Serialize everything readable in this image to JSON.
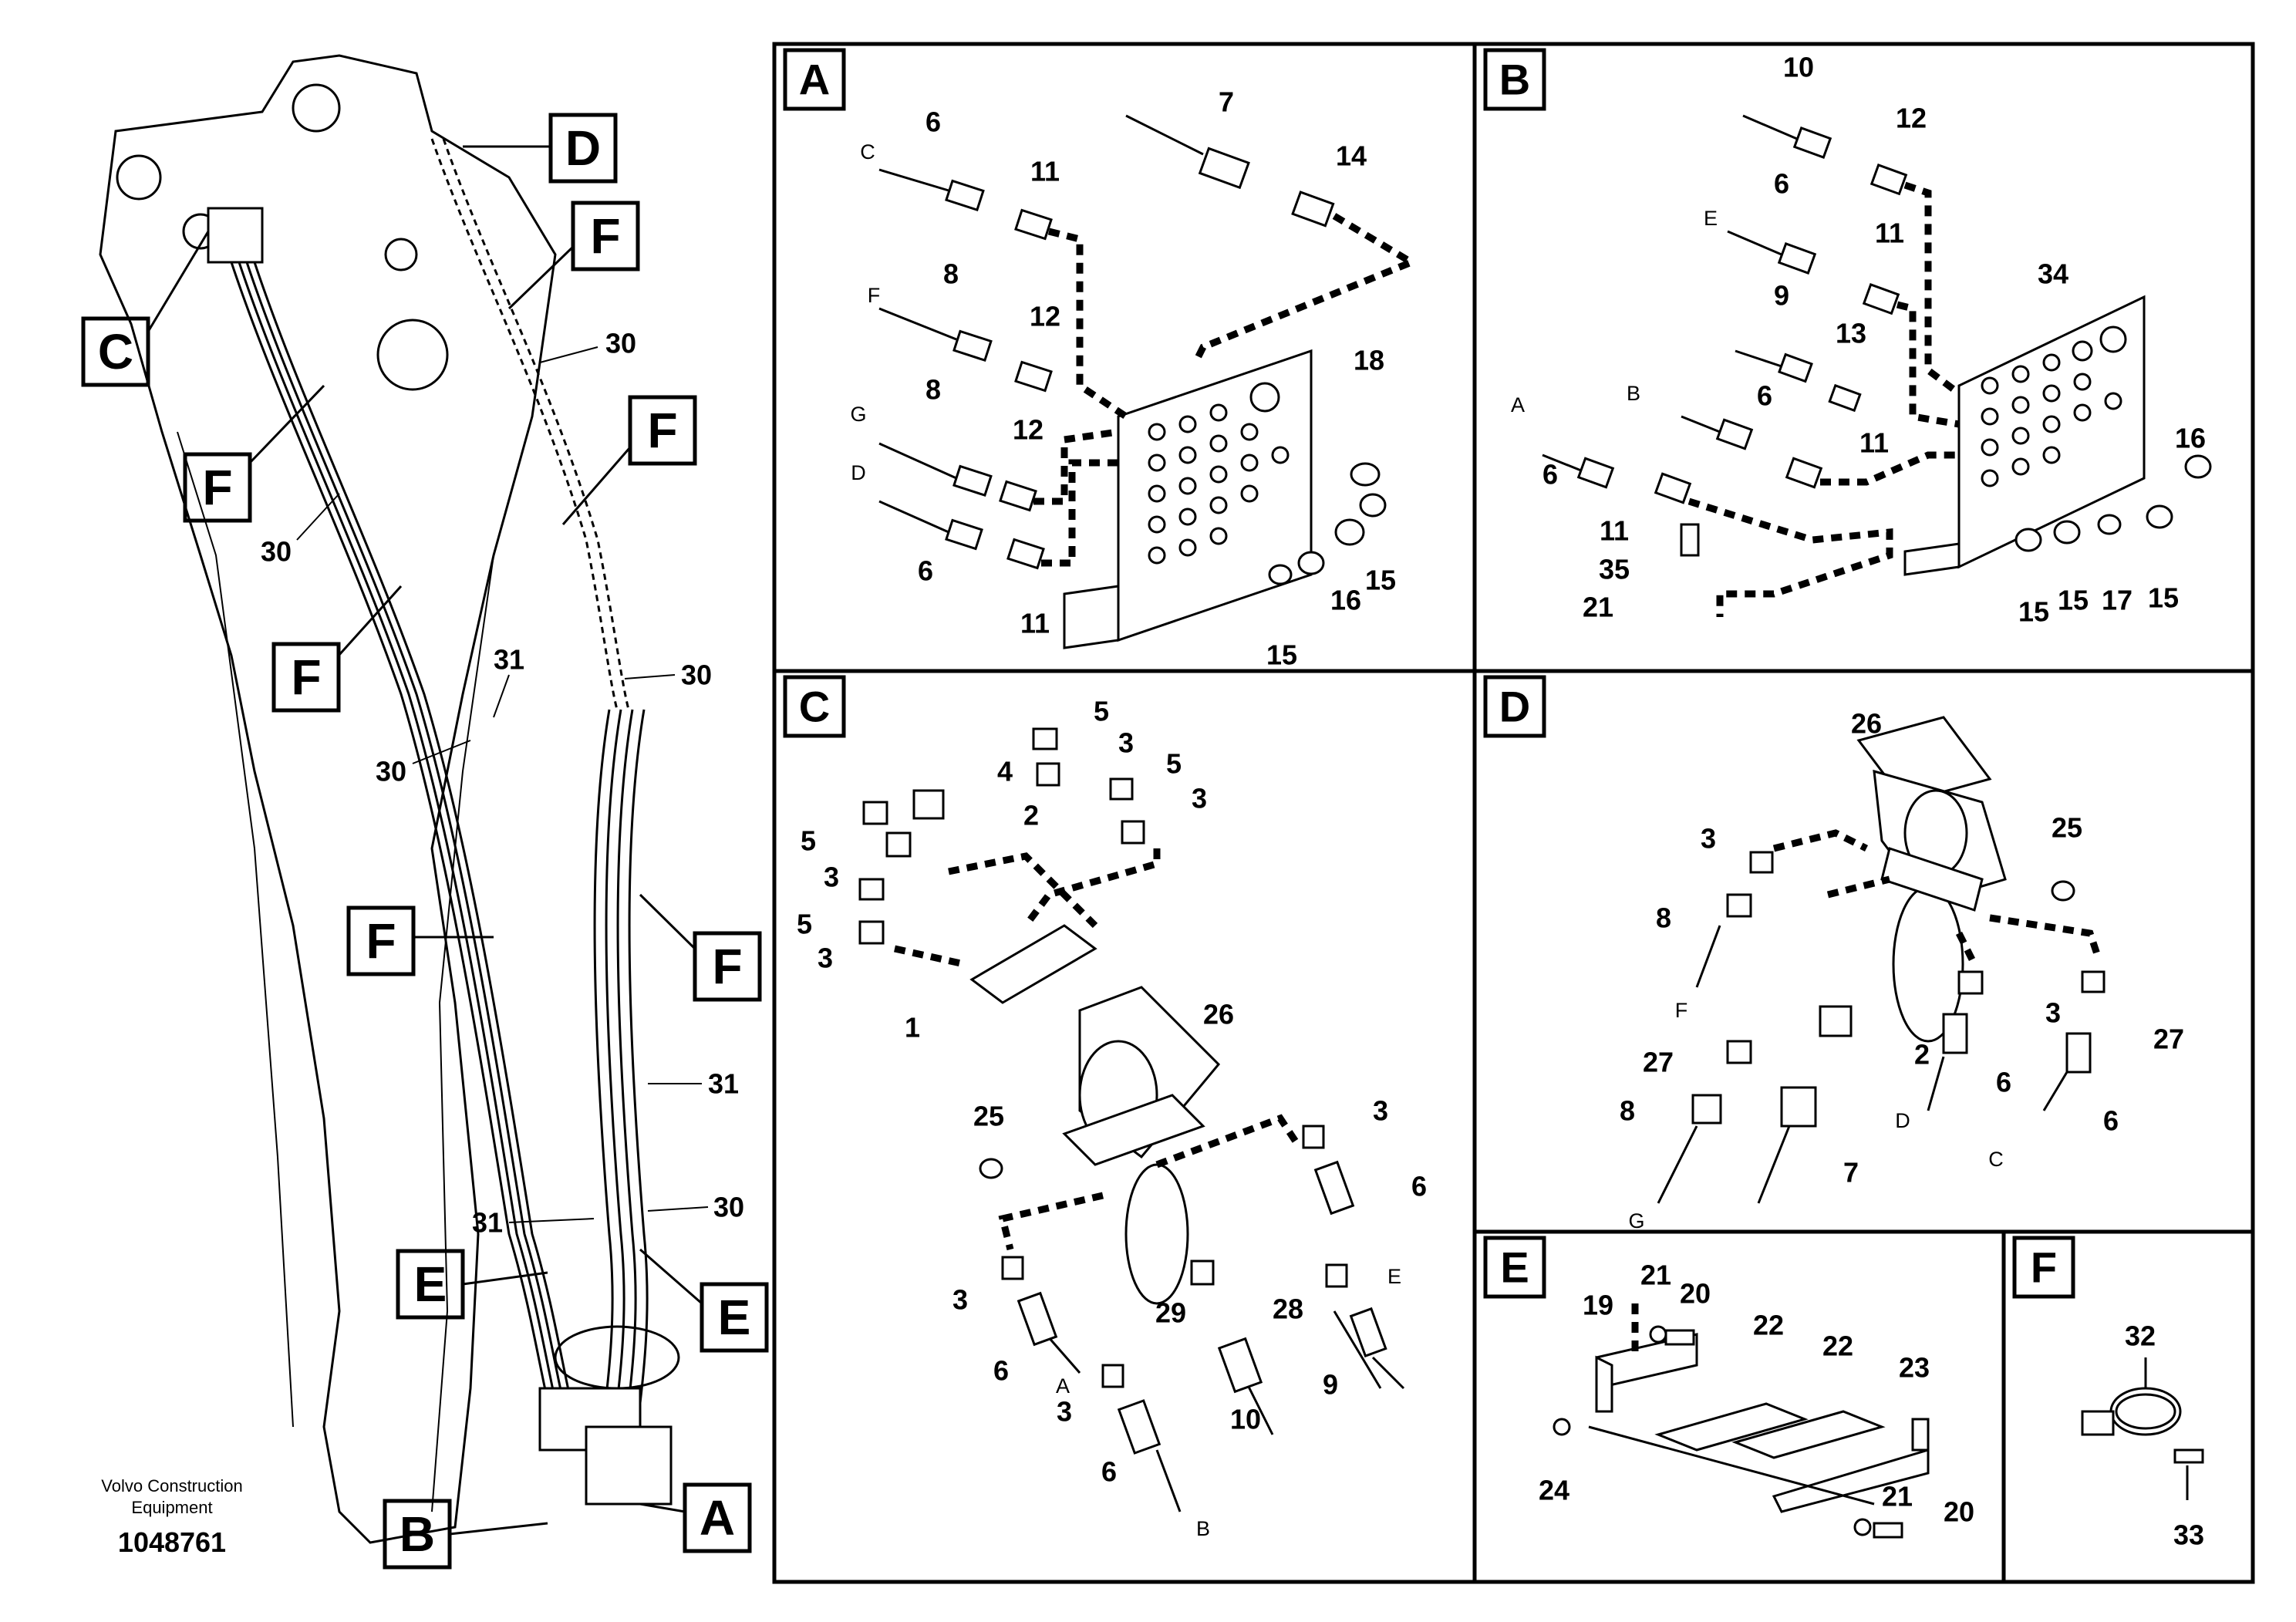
{
  "overview": {
    "callouts": {
      "C": "C",
      "D": "D",
      "E": "E",
      "A": "A",
      "B": "B",
      "F": "F"
    },
    "numbers": {
      "n30": "30",
      "n31": "31"
    }
  },
  "footer": {
    "company_line1": "Volvo Construction",
    "company_line2": "Equipment",
    "document_number": "1048761"
  },
  "panels": {
    "A": {
      "label": "A",
      "callouts": [
        "6",
        "11",
        "7",
        "14",
        "8",
        "12",
        "8",
        "12",
        "6",
        "11",
        "18",
        "15",
        "16",
        "15"
      ],
      "ends": [
        "C",
        "F",
        "G",
        "D"
      ]
    },
    "B": {
      "label": "B",
      "callouts": [
        "10",
        "12",
        "6",
        "11",
        "9",
        "13",
        "6",
        "11",
        "6",
        "11",
        "35",
        "21",
        "34",
        "16",
        "15",
        "15",
        "17",
        "15"
      ],
      "ends": [
        "E",
        "A",
        "B"
      ]
    },
    "C": {
      "label": "C",
      "callouts": [
        "5",
        "3",
        "4",
        "2",
        "5",
        "3",
        "5",
        "3",
        "5",
        "3",
        "1",
        "26",
        "25",
        "3",
        "6",
        "29",
        "28",
        "3",
        "6",
        "10",
        "9",
        "3",
        "6"
      ],
      "ends": [
        "E",
        "A",
        "B"
      ]
    },
    "D": {
      "label": "D",
      "callouts": [
        "26",
        "25",
        "3",
        "8",
        "27",
        "8",
        "2",
        "6",
        "3",
        "27",
        "6",
        "7"
      ],
      "ends": [
        "F",
        "G",
        "D",
        "C"
      ]
    },
    "E": {
      "label": "E",
      "callouts": [
        "21",
        "20",
        "19",
        "22",
        "22",
        "23",
        "24",
        "21",
        "20"
      ]
    },
    "F": {
      "label": "F",
      "callouts": [
        "32",
        "33"
      ]
    }
  }
}
